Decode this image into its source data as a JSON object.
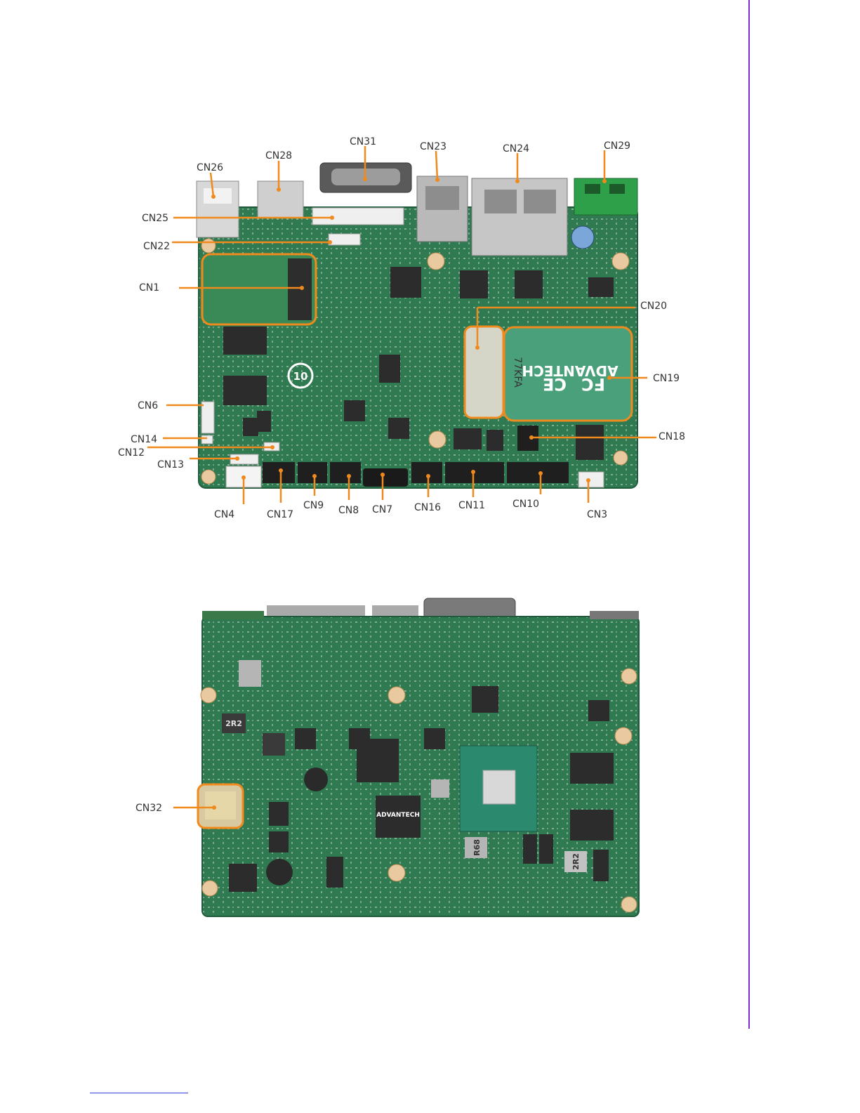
{
  "colors": {
    "accent": "#7a2bd6",
    "callout": "#f08a1c",
    "board": "#2f7a50",
    "board_dark": "#1f5a3a",
    "footer_line": "#2f3bd6"
  },
  "top_view": {
    "labels": [
      "CN26",
      "CN28",
      "CN31",
      "CN23",
      "CN24",
      "CN29",
      "CN25",
      "CN22",
      "CN1",
      "CN20",
      "CN19",
      "CN6",
      "CN14",
      "CN12",
      "CN13",
      "CN18",
      "CN4",
      "CN17",
      "CN9",
      "CN8",
      "CN7",
      "CN16",
      "CN11",
      "CN10",
      "CN3"
    ],
    "silkscreen": {
      "brand": "ADVANTECH",
      "fc": "FC",
      "ce": "CE",
      "code": "77KFA",
      "ten": "10"
    }
  },
  "bottom_view": {
    "labels": [
      "CN32"
    ],
    "silkscreen": {
      "brand": "ADVANTECH",
      "ind_a": "2R2",
      "ind_b": "R68"
    }
  }
}
